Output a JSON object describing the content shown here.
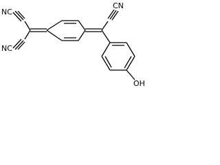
{
  "molecule": {
    "labels": {
      "cyano_top_left": "NC",
      "cyano_bottom_left": "NC",
      "cyano_right": "CN",
      "hydroxyl": "OH"
    }
  }
}
